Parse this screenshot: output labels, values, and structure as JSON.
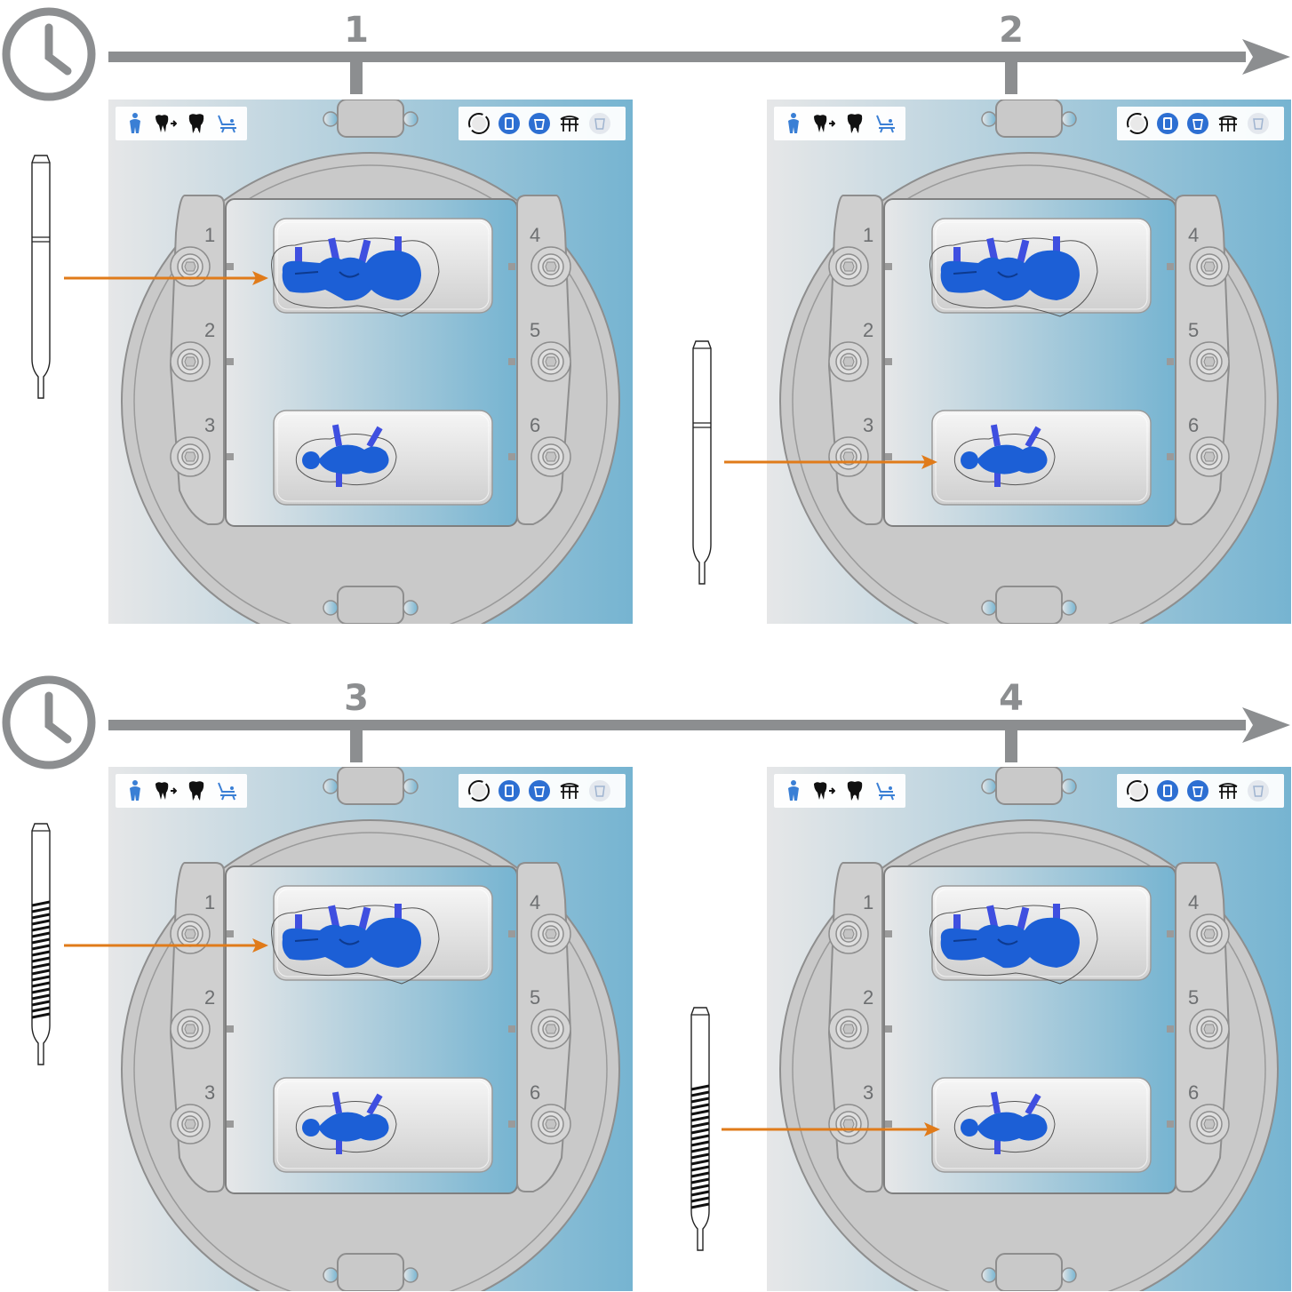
{
  "timelines": [
    {
      "steps": [
        {
          "label": "1"
        },
        {
          "label": "2"
        }
      ]
    },
    {
      "steps": [
        {
          "label": "3"
        },
        {
          "label": "4"
        }
      ]
    }
  ],
  "panels": [
    {
      "step": "1",
      "target_block": "top",
      "tool": "plain"
    },
    {
      "step": "2",
      "target_block": "bottom",
      "tool": "plain"
    },
    {
      "step": "3",
      "target_block": "top",
      "tool": "threaded"
    },
    {
      "step": "4",
      "target_block": "bottom",
      "tool": "threaded"
    }
  ],
  "slot_labels": {
    "left": [
      "1",
      "2",
      "3"
    ],
    "right": [
      "4",
      "5",
      "6"
    ]
  },
  "toolbar_left_icons": [
    "person-icon",
    "tooth-arrow-icon",
    "tooth-root-icon",
    "chair-icon"
  ],
  "toolbar_right_icons": [
    "ring-icon",
    "crown-blue-icon",
    "crown-outline-icon",
    "bridge-icon",
    "crown-faded-icon"
  ],
  "colors": {
    "timeline": "#8c8e90",
    "arrow": "#e07b1a",
    "model": "#1c5fd6",
    "disc": "#c9c9c9",
    "bg_left": "#e6e7e8",
    "bg_right": "#76b4d1"
  }
}
